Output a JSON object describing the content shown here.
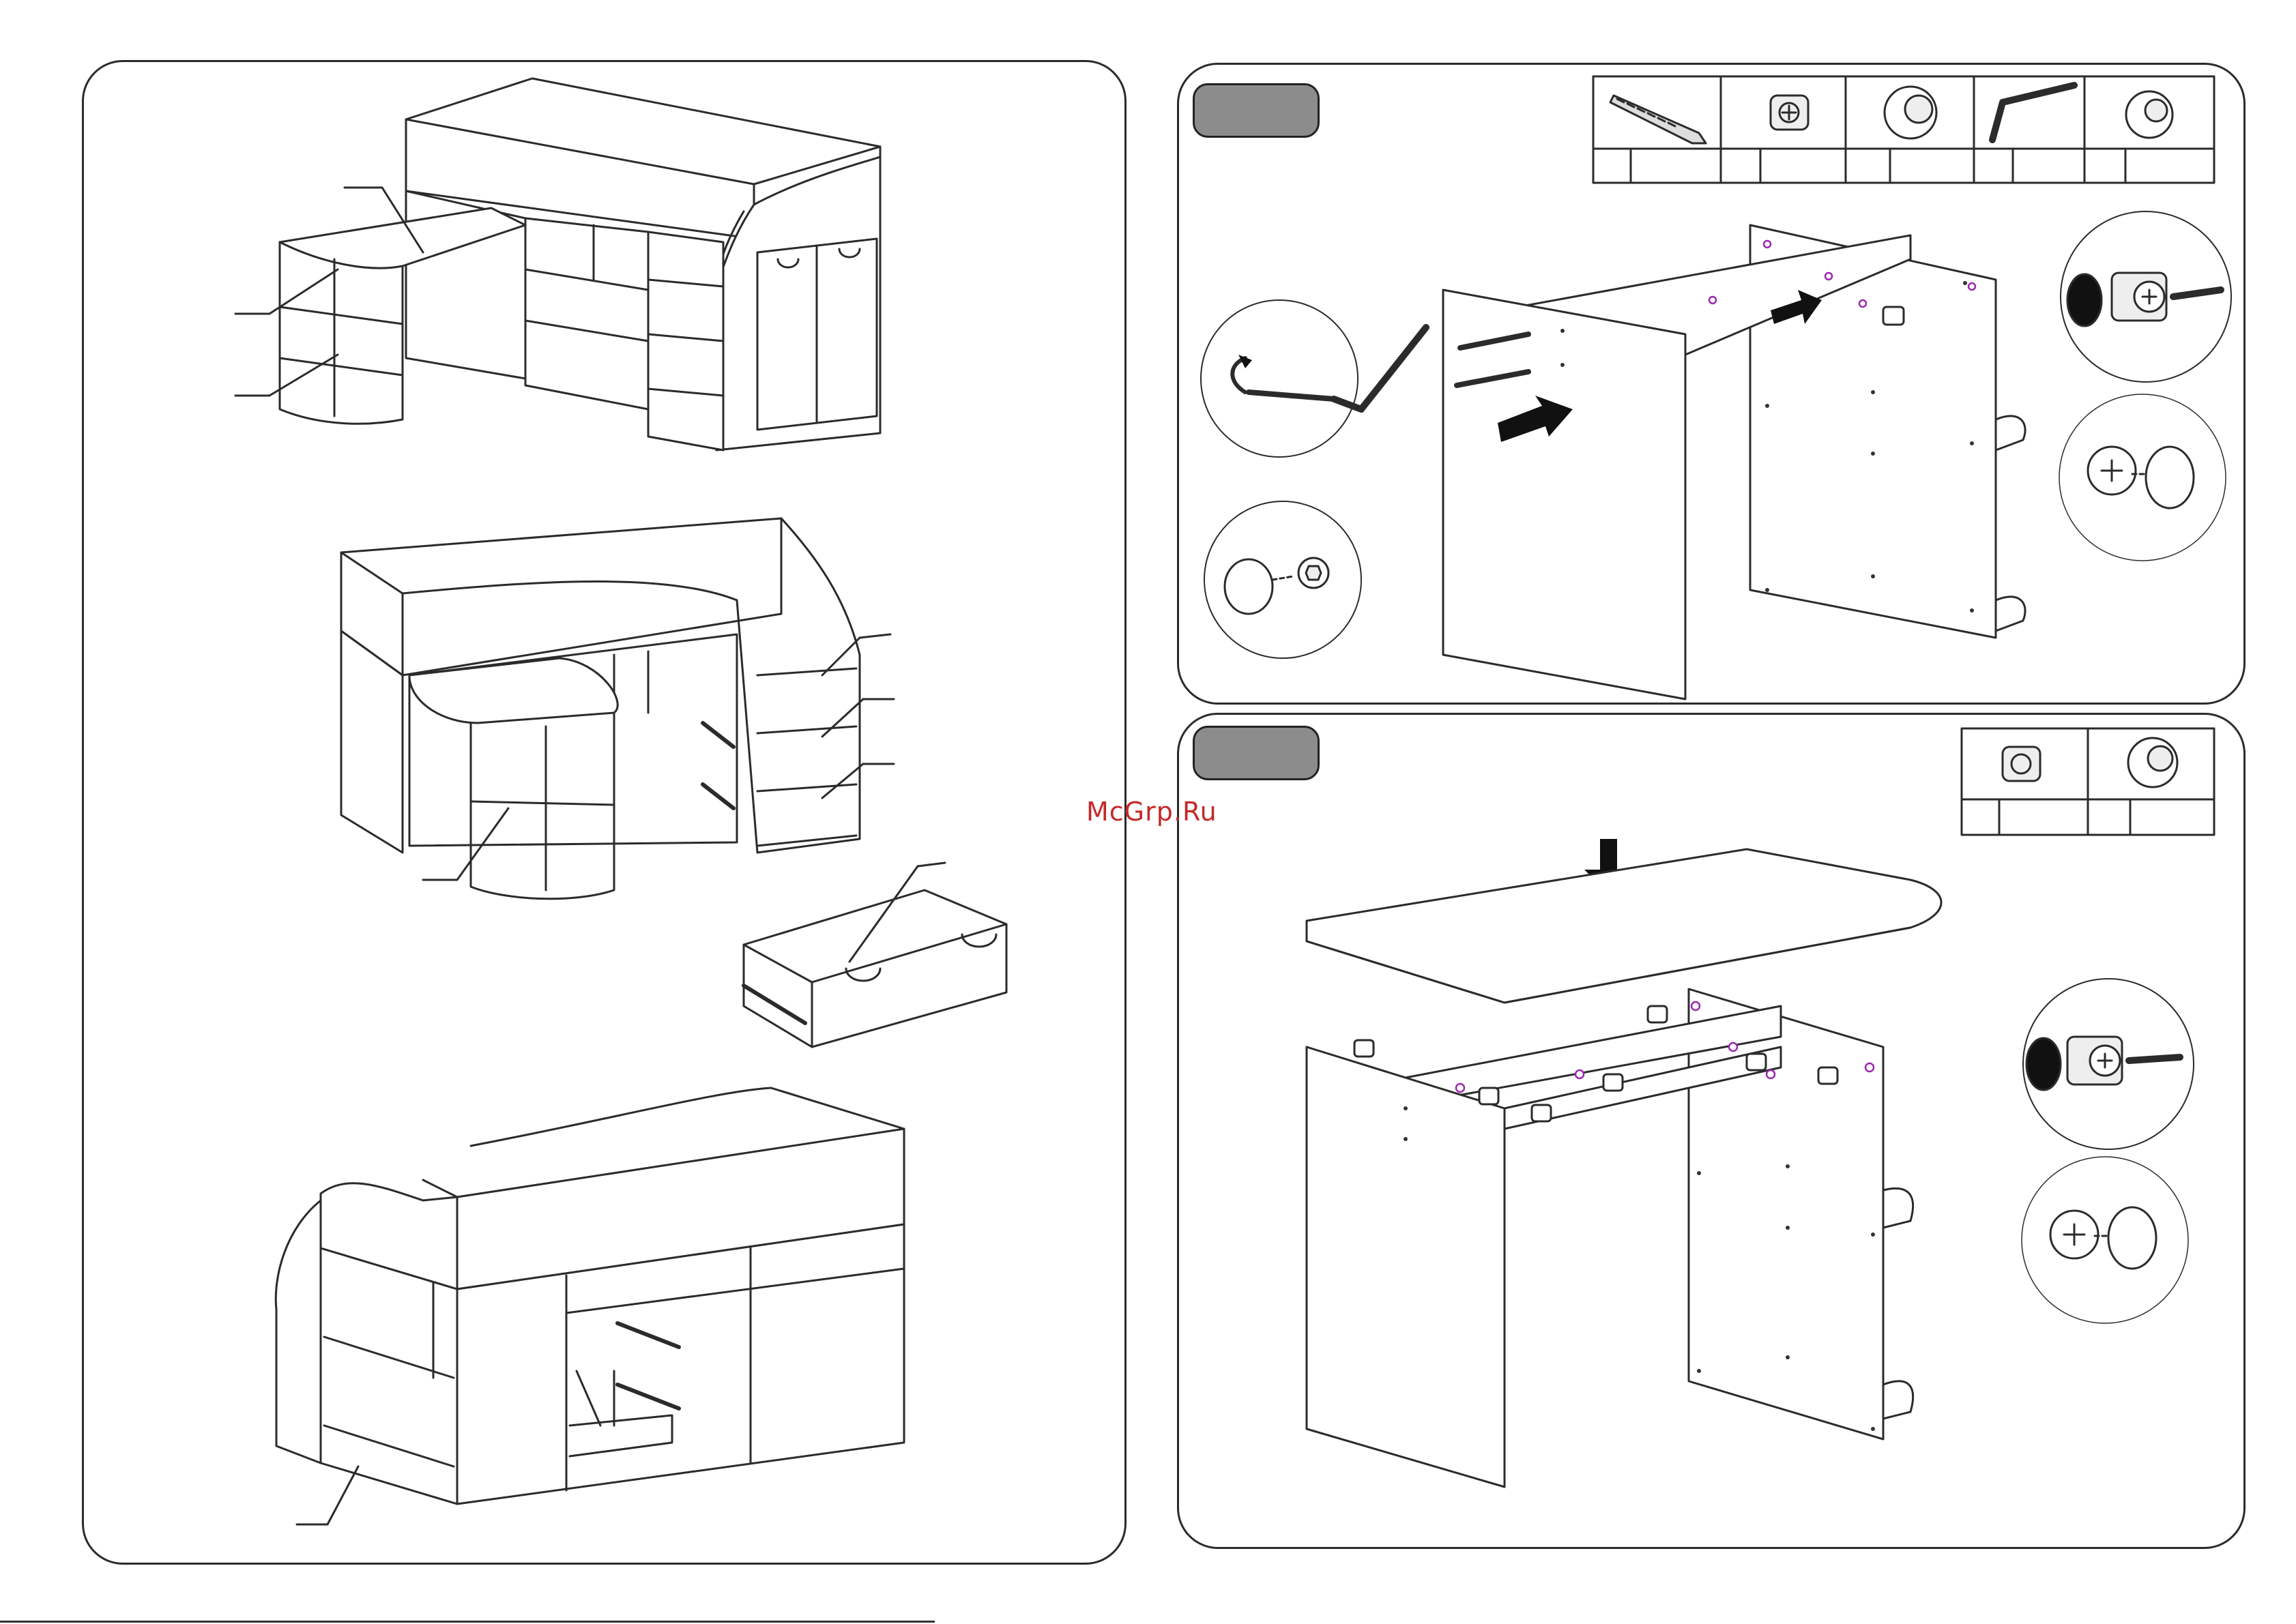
{
  "watermark": {
    "text": "McGrp.Ru",
    "color": "#c62828"
  },
  "colors": {
    "line": "#2b2b2b",
    "badge": "#8c8c8c",
    "hole_marker": "#9c27b0",
    "arrow": "#111111"
  },
  "left_panel": {
    "illustrations": [
      "assembled-bed-front-view",
      "assembled-bed-desk-extended-view",
      "drawer-detail",
      "assembled-bed-rear-view"
    ]
  },
  "step1": {
    "parts": [
      {
        "icon": "dowel-screw-icon"
      },
      {
        "icon": "cam-lock-icon"
      },
      {
        "icon": "cover-cap-icon"
      },
      {
        "icon": "allen-key-icon"
      },
      {
        "icon": "cap-icon"
      }
    ]
  },
  "step2": {
    "parts": [
      {
        "icon": "cam-lock-icon"
      },
      {
        "icon": "cover-cap-icon"
      }
    ]
  }
}
